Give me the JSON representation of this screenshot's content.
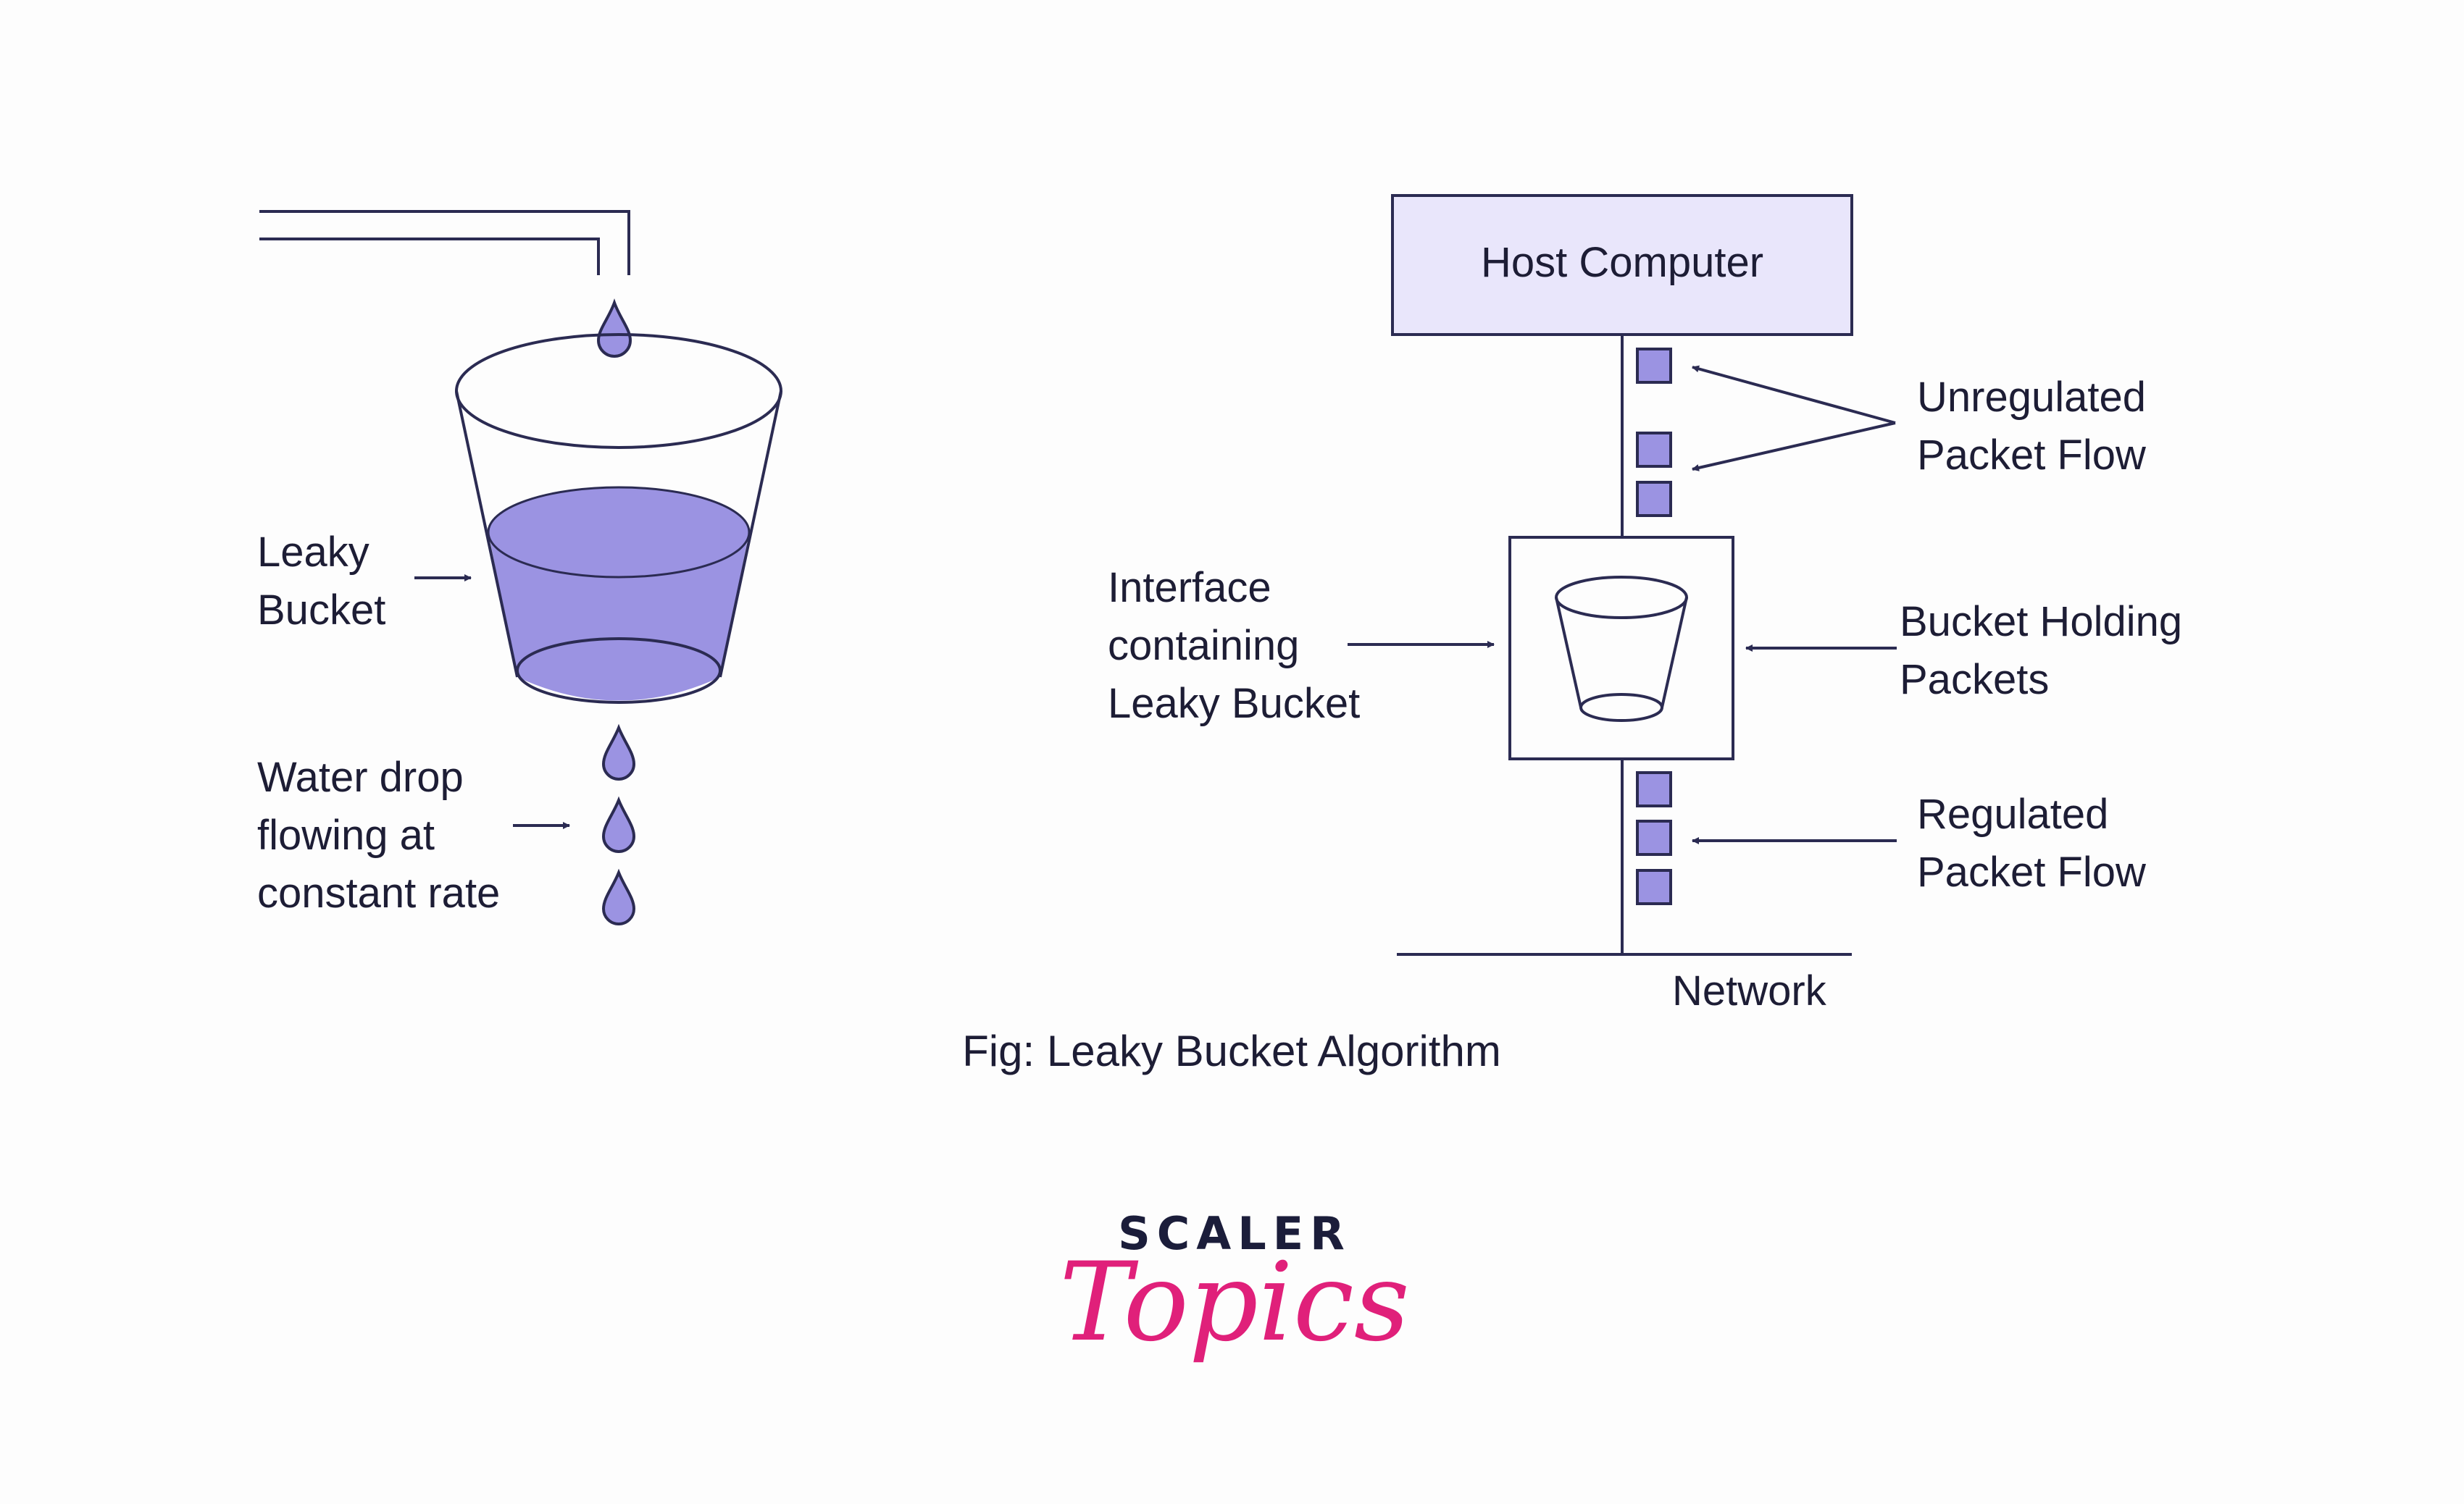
{
  "left_panel": {
    "bucket_label": [
      "Leaky",
      "Bucket"
    ],
    "drop_label": [
      "Water drop",
      "flowing at",
      "constant rate"
    ]
  },
  "right_panel": {
    "host": "Host Computer",
    "unregulated": [
      "Unregulated",
      "Packet Flow"
    ],
    "interface": [
      "Interface",
      "containing",
      "Leaky Bucket"
    ],
    "bucket_holding": [
      "Bucket Holding",
      "Packets"
    ],
    "regulated": [
      "Regulated",
      "Packet Flow"
    ],
    "network": "Network"
  },
  "caption": "Fig: Leaky Bucket Algorithm",
  "logo": {
    "top": "SCALER",
    "bottom": "Topics"
  },
  "colors": {
    "line": "#2b2b52",
    "water": "#9b93e2",
    "packet": "#9b93e2",
    "host_fill": "#e9e6fb",
    "logo_dark": "#1b1d3a",
    "logo_pink": "#e0207a"
  }
}
